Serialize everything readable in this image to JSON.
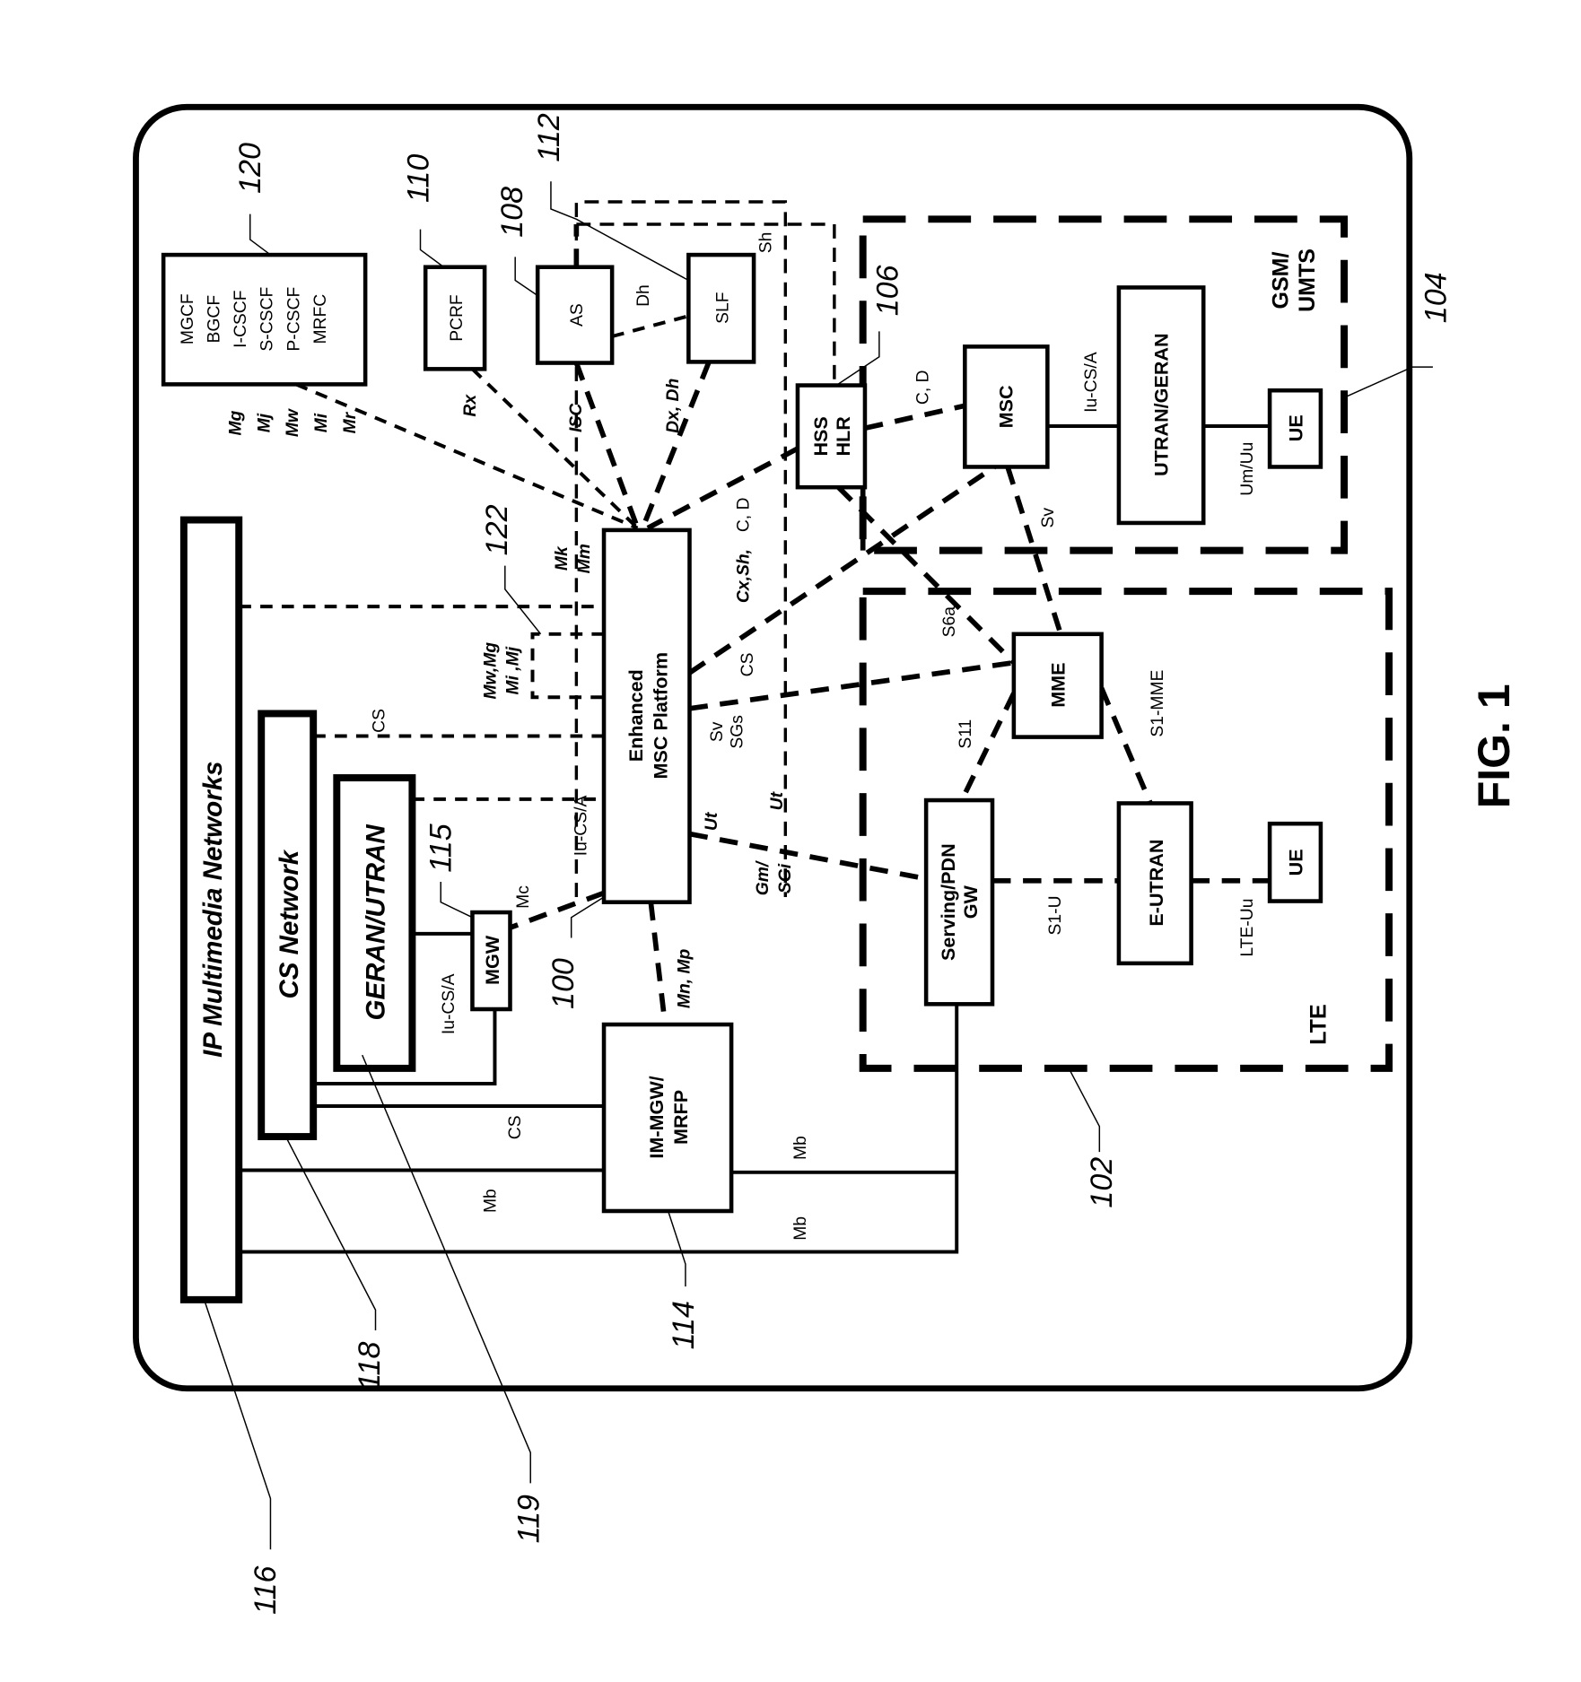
{
  "figure": {
    "title": "FIG. 1"
  },
  "nodes": {
    "ip_multimedia": "IP Multimedia Networks",
    "cs_network": "CS Network",
    "geran_utran": "GERAN/UTRAN",
    "mgw": "MGW",
    "enhanced_msc": [
      "Enhanced",
      "MSC Platform"
    ],
    "im_mgw": [
      "IM-MGW/",
      "MRFP"
    ],
    "ims_functions": [
      "MGCF",
      "BGCF",
      "I-CSCF",
      "S-CSCF",
      "P-CSCF",
      "MRFC"
    ],
    "pcrf": "PCRF",
    "as": "AS",
    "slf": "SLF",
    "hss_hlr": [
      "HSS",
      "HLR"
    ],
    "msc": "MSC",
    "utran_geran": "UTRAN/GERAN",
    "ue_gsm": "UE",
    "mme": "MME",
    "serving_gw": [
      "Serving/PDN",
      "GW"
    ],
    "e_utran": "E-UTRAN",
    "ue_lte": "UE"
  },
  "regions": {
    "gsm_umts": [
      "GSM/",
      "UMTS"
    ],
    "lte": "LTE"
  },
  "interfaces": {
    "mg_group": [
      "Mg",
      "Mj",
      "Mw",
      "Mi",
      "Mr"
    ],
    "rx": "Rx",
    "isc": "ISC",
    "dx_dh": "Dx, Dh",
    "dh": "Dh",
    "sh": "Sh",
    "cx_sh": "Cx,Sh,",
    "cd_upper": "C, D",
    "cd_hss_msc": "C, D",
    "mk_mm": [
      "Mk",
      "Mm"
    ],
    "mw_mg": [
      "Mw,Mg",
      "Mi ,Mj"
    ],
    "cs_top": "CS",
    "cs_msc_mme": "CS",
    "sv_sgs": [
      "Sv",
      "SGs"
    ],
    "ut_1": "Ut",
    "ut_2": "Ut",
    "gm_sgi": [
      "Gm/",
      "SGi"
    ],
    "iu_cs_a_1": "Iu-CS/A",
    "iu_cs_a_2": "Iu-CS/A",
    "iu_cs_a_gsm": "Iu-CS/A",
    "mc": "Mc",
    "mn_mp": "Mn, Mp",
    "cs_bottom": "CS",
    "mb_1": "Mb",
    "mb_2": "Mb",
    "mb_3": "Mb",
    "sv_msc_mme": "Sv",
    "s6a": "S6a",
    "s11": "S11",
    "s1_mme": "S1-MME",
    "s1_u": "S1-U",
    "lte_uu": "LTE-Uu",
    "um_uu": "Um/Uu"
  },
  "refs": {
    "r100": "100",
    "r102": "102",
    "r104": "104",
    "r106": "106",
    "r108": "108",
    "r110": "110",
    "r112": "112",
    "r114": "114",
    "r115": "115",
    "r116": "116",
    "r118": "118",
    "r119": "119",
    "r120": "120",
    "r122": "122"
  }
}
